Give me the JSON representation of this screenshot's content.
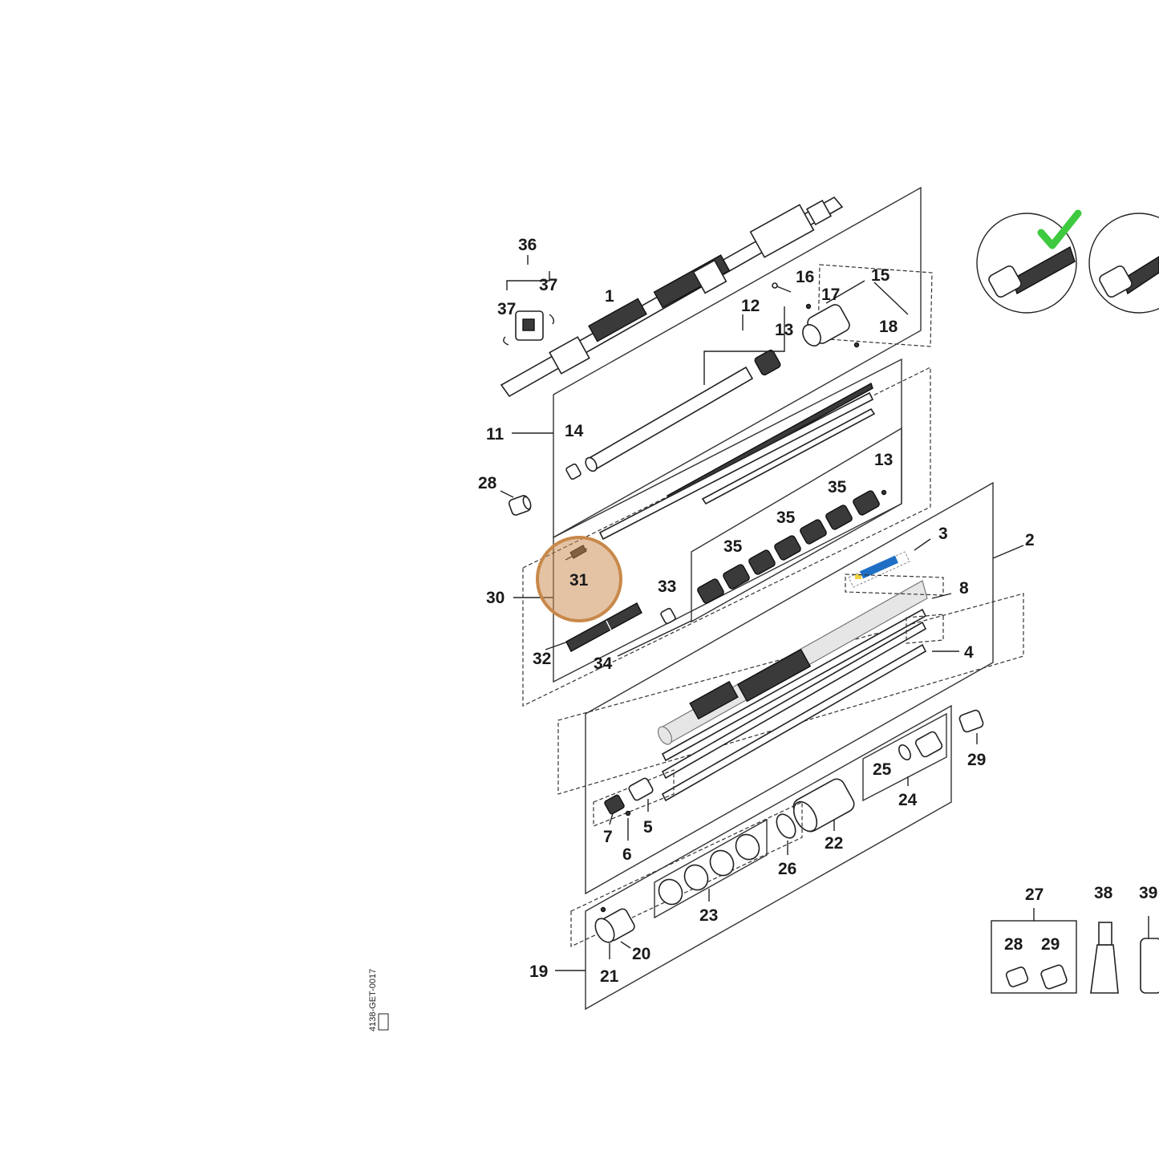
{
  "diagram": {
    "part_labels": {
      "p1": "1",
      "p2": "2",
      "p3": "3",
      "p4": "4",
      "p5": "5",
      "p6": "6",
      "p7": "7",
      "p8": "8",
      "p11": "11",
      "p12": "12",
      "p13a": "13",
      "p13b": "13",
      "p14": "14",
      "p15": "15",
      "p16": "16",
      "p17": "17",
      "p18": "18",
      "p19": "19",
      "p20": "20",
      "p21": "21",
      "p22": "22",
      "p23": "23",
      "p24": "24",
      "p25": "25",
      "p26": "26",
      "p27": "27",
      "p28a": "28",
      "p28b": "28",
      "p29a": "29",
      "p29b": "29",
      "p30": "30",
      "p31": "31",
      "p32": "32",
      "p33": "33",
      "p34": "34",
      "p35a": "35",
      "p35b": "35",
      "p35c": "35",
      "p36": "36",
      "p37a": "37",
      "p37b": "37",
      "p38": "38",
      "p39": "39"
    },
    "highlight": {
      "part": "31",
      "color": "#c8884a"
    },
    "checkmark_color": "#3ec93e",
    "sticker_color": "#1f6fc5",
    "drawing_code": "4138-GET-0017"
  }
}
